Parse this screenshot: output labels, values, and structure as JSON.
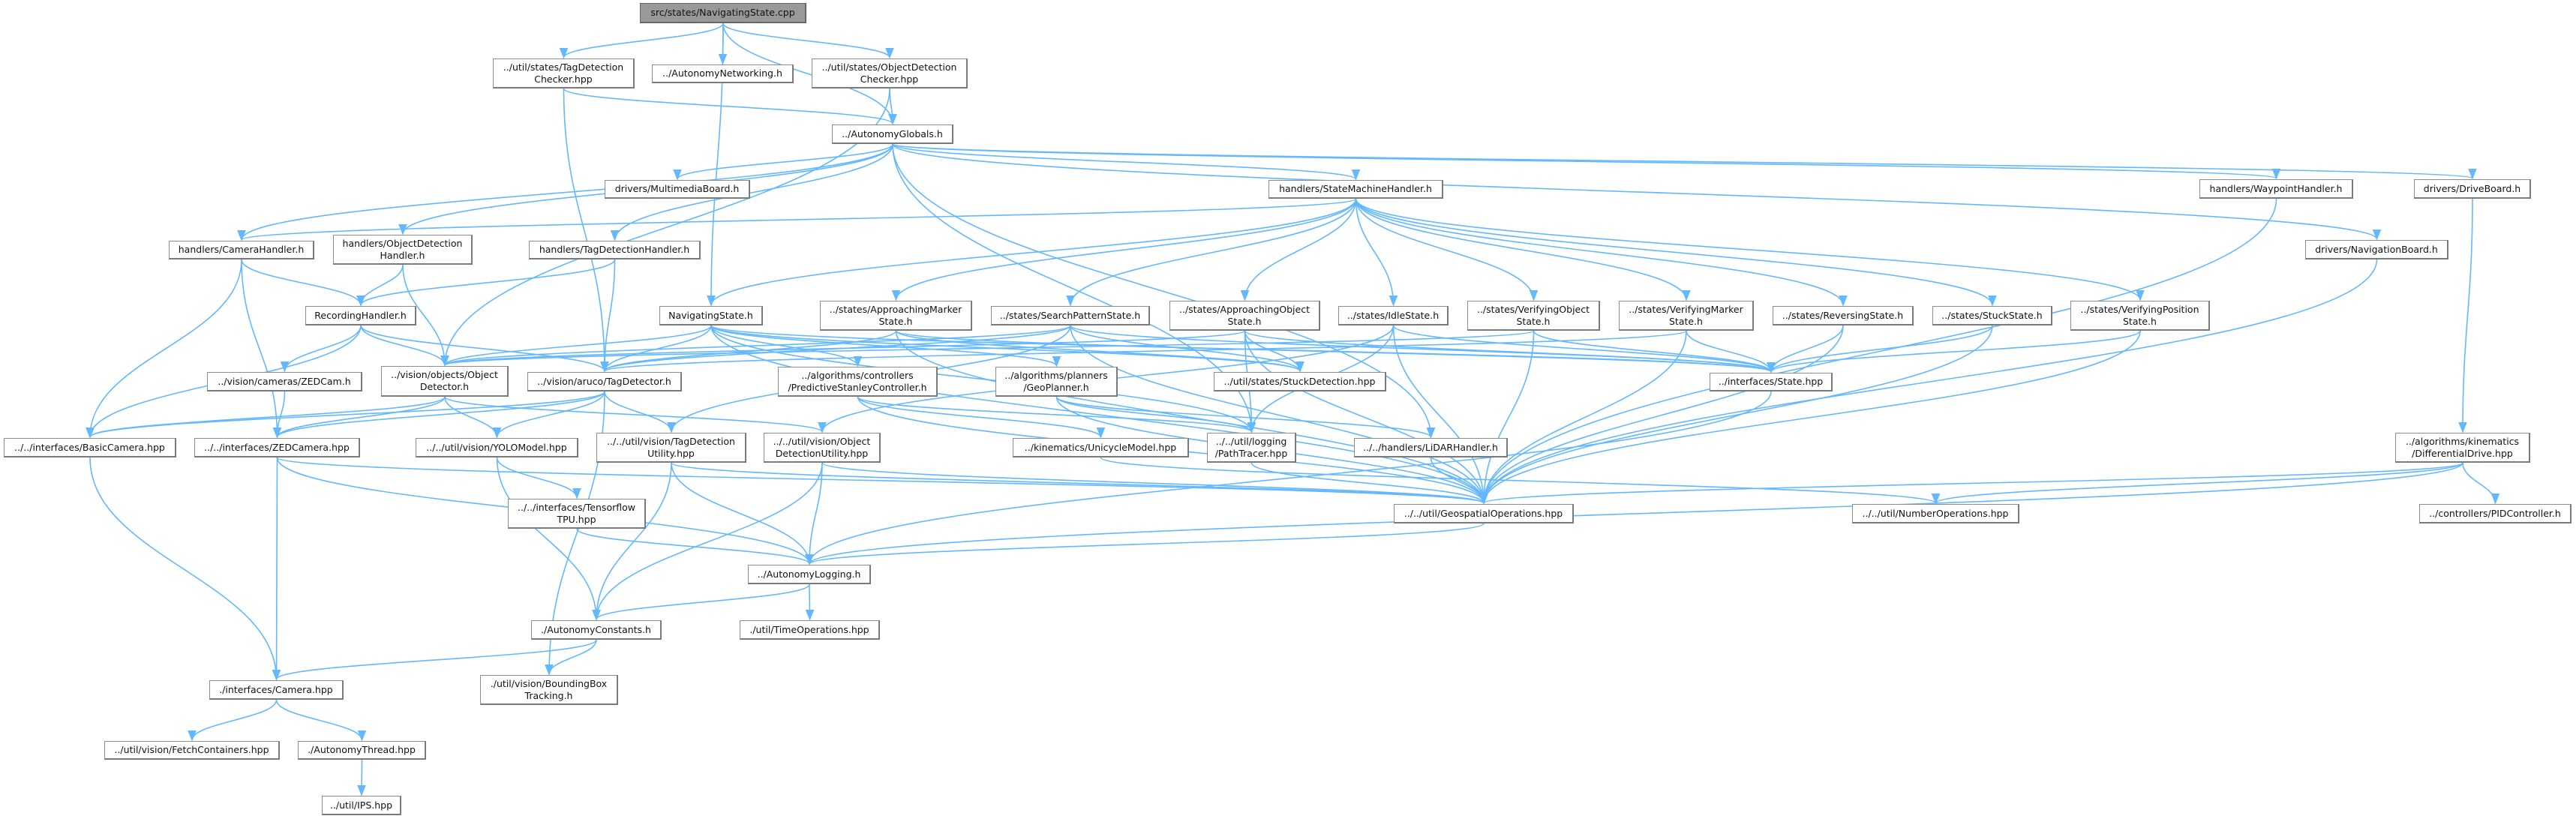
{
  "title": "src/states/NavigatingState.cpp",
  "colors": {
    "edge": "#63b8ff",
    "root_fill": "#999999",
    "node_border": "#8c8c8c"
  },
  "nodes": [
    {
      "id": "root",
      "label": "src/states/NavigatingState.cpp",
      "root": true
    },
    {
      "id": "tdc",
      "label": "../util/states/TagDetection\nChecker.hpp"
    },
    {
      "id": "net",
      "label": "../AutonomyNetworking.h"
    },
    {
      "id": "odc",
      "label": "../util/states/ObjectDetection\nChecker.hpp"
    },
    {
      "id": "glob",
      "label": "../AutonomyGlobals.h"
    },
    {
      "id": "mmb",
      "label": "drivers/MultimediaBoard.h"
    },
    {
      "id": "smh",
      "label": "handlers/StateMachineHandler.h"
    },
    {
      "id": "wph",
      "label": "handlers/WaypointHandler.h"
    },
    {
      "id": "drb",
      "label": "drivers/DriveBoard.h"
    },
    {
      "id": "camh",
      "label": "handlers/CameraHandler.h"
    },
    {
      "id": "odh",
      "label": "handlers/ObjectDetection\nHandler.h"
    },
    {
      "id": "tdh",
      "label": "handlers/TagDetectionHandler.h"
    },
    {
      "id": "navb",
      "label": "drivers/NavigationBoard.h"
    },
    {
      "id": "rec",
      "label": "RecordingHandler.h"
    },
    {
      "id": "nsh",
      "label": "NavigatingState.h"
    },
    {
      "id": "ams",
      "label": "../states/ApproachingMarker\nState.h"
    },
    {
      "id": "sps",
      "label": "../states/SearchPatternState.h"
    },
    {
      "id": "aos",
      "label": "../states/ApproachingObject\nState.h"
    },
    {
      "id": "idle",
      "label": "../states/IdleState.h"
    },
    {
      "id": "vos",
      "label": "../states/VerifyingObject\nState.h"
    },
    {
      "id": "vms",
      "label": "../states/VerifyingMarker\nState.h"
    },
    {
      "id": "rev",
      "label": "../states/ReversingState.h"
    },
    {
      "id": "stk",
      "label": "../states/StuckState.h"
    },
    {
      "id": "vps",
      "label": "../states/VerifyingPosition\nState.h"
    },
    {
      "id": "zedcam",
      "label": "../vision/cameras/ZEDCam.h"
    },
    {
      "id": "objdet",
      "label": "../vision/objects/Object\nDetector.h"
    },
    {
      "id": "tagdet",
      "label": "../vision/aruco/TagDetector.h"
    },
    {
      "id": "psc",
      "label": "../algorithms/controllers\n/PredictiveStanleyController.h"
    },
    {
      "id": "geo",
      "label": "../algorithms/planners\n/GeoPlanner.h"
    },
    {
      "id": "stuckd",
      "label": "../util/states/StuckDetection.hpp"
    },
    {
      "id": "state",
      "label": "../interfaces/State.hpp"
    },
    {
      "id": "basic",
      "label": "../../interfaces/BasicCamera.hpp"
    },
    {
      "id": "zedc",
      "label": "../../interfaces/ZEDCamera.hpp"
    },
    {
      "id": "yolo",
      "label": "../../util/vision/YOLOModel.hpp"
    },
    {
      "id": "tdu",
      "label": "../../util/vision/TagDetection\nUtility.hpp"
    },
    {
      "id": "odu",
      "label": "../../util/vision/Object\nDetectionUtility.hpp"
    },
    {
      "id": "uni",
      "label": "../kinematics/UnicycleModel.hpp"
    },
    {
      "id": "path",
      "label": "../../util/logging\n/PathTracer.hpp"
    },
    {
      "id": "lidar",
      "label": "../../handlers/LiDARHandler.h"
    },
    {
      "id": "diff",
      "label": "../algorithms/kinematics\n/DifferentialDrive.hpp"
    },
    {
      "id": "tpu",
      "label": "../../interfaces/Tensorflow\nTPU.hpp"
    },
    {
      "id": "geos",
      "label": "../../util/GeospatialOperations.hpp"
    },
    {
      "id": "num",
      "label": "../../util/NumberOperations.hpp"
    },
    {
      "id": "pid",
      "label": "../controllers/PIDController.h"
    },
    {
      "id": "log",
      "label": "../AutonomyLogging.h"
    },
    {
      "id": "cons",
      "label": "./AutonomyConstants.h"
    },
    {
      "id": "time",
      "label": "./util/TimeOperations.hpp"
    },
    {
      "id": "cam",
      "label": "./interfaces/Camera.hpp"
    },
    {
      "id": "bbt",
      "label": "./util/vision/BoundingBox\nTracking.h"
    },
    {
      "id": "fetch",
      "label": "../util/vision/FetchContainers.hpp"
    },
    {
      "id": "thr",
      "label": "./AutonomyThread.hpp"
    },
    {
      "id": "ips",
      "label": "../util/IPS.hpp"
    }
  ],
  "edges": [
    [
      "root",
      "tdc"
    ],
    [
      "root",
      "net"
    ],
    [
      "root",
      "odc"
    ],
    [
      "root",
      "glob"
    ],
    [
      "root",
      "nsh"
    ],
    [
      "tdc",
      "glob"
    ],
    [
      "tdc",
      "tagdet"
    ],
    [
      "odc",
      "glob"
    ],
    [
      "odc",
      "objdet"
    ],
    [
      "glob",
      "mmb"
    ],
    [
      "glob",
      "smh"
    ],
    [
      "glob",
      "wph"
    ],
    [
      "glob",
      "drb"
    ],
    [
      "glob",
      "navb"
    ],
    [
      "glob",
      "camh"
    ],
    [
      "glob",
      "odh"
    ],
    [
      "glob",
      "tdh"
    ],
    [
      "glob",
      "lidar"
    ],
    [
      "glob",
      "path"
    ],
    [
      "smh",
      "camh"
    ],
    [
      "smh",
      "nsh"
    ],
    [
      "smh",
      "ams"
    ],
    [
      "smh",
      "sps"
    ],
    [
      "smh",
      "aos"
    ],
    [
      "smh",
      "idle"
    ],
    [
      "smh",
      "vos"
    ],
    [
      "smh",
      "vms"
    ],
    [
      "smh",
      "rev"
    ],
    [
      "smh",
      "stk"
    ],
    [
      "smh",
      "vps"
    ],
    [
      "wph",
      "geos"
    ],
    [
      "drb",
      "diff"
    ],
    [
      "navb",
      "geos"
    ],
    [
      "camh",
      "rec"
    ],
    [
      "camh",
      "basic"
    ],
    [
      "camh",
      "zedc"
    ],
    [
      "odh",
      "rec"
    ],
    [
      "odh",
      "objdet"
    ],
    [
      "tdh",
      "rec"
    ],
    [
      "tdh",
      "tagdet"
    ],
    [
      "rec",
      "zedcam"
    ],
    [
      "rec",
      "objdet"
    ],
    [
      "rec",
      "tagdet"
    ],
    [
      "rec",
      "basic"
    ],
    [
      "nsh",
      "objdet"
    ],
    [
      "nsh",
      "tagdet"
    ],
    [
      "nsh",
      "psc"
    ],
    [
      "nsh",
      "geo"
    ],
    [
      "nsh",
      "stuckd"
    ],
    [
      "nsh",
      "state"
    ],
    [
      "nsh",
      "geos"
    ],
    [
      "nsh",
      "path"
    ],
    [
      "ams",
      "tagdet"
    ],
    [
      "ams",
      "state"
    ],
    [
      "ams",
      "geos"
    ],
    [
      "ams",
      "stuckd"
    ],
    [
      "sps",
      "objdet"
    ],
    [
      "sps",
      "tagdet"
    ],
    [
      "sps",
      "state"
    ],
    [
      "sps",
      "geos"
    ],
    [
      "sps",
      "stuckd"
    ],
    [
      "sps",
      "tdu"
    ],
    [
      "aos",
      "objdet"
    ],
    [
      "aos",
      "state"
    ],
    [
      "aos",
      "geos"
    ],
    [
      "aos",
      "stuckd"
    ],
    [
      "aos",
      "path"
    ],
    [
      "idle",
      "state"
    ],
    [
      "idle",
      "geos"
    ],
    [
      "idle",
      "path"
    ],
    [
      "idle",
      "odu"
    ],
    [
      "vos",
      "objdet"
    ],
    [
      "vos",
      "state"
    ],
    [
      "vos",
      "geos"
    ],
    [
      "vms",
      "tagdet"
    ],
    [
      "vms",
      "state"
    ],
    [
      "vms",
      "geos"
    ],
    [
      "rev",
      "state"
    ],
    [
      "rev",
      "geos"
    ],
    [
      "stk",
      "state"
    ],
    [
      "stk",
      "geos"
    ],
    [
      "vps",
      "state"
    ],
    [
      "vps",
      "geos"
    ],
    [
      "zedcam",
      "zedc"
    ],
    [
      "objdet",
      "basic"
    ],
    [
      "objdet",
      "zedc"
    ],
    [
      "objdet",
      "yolo"
    ],
    [
      "objdet",
      "odu"
    ],
    [
      "tagdet",
      "basic"
    ],
    [
      "tagdet",
      "zedc"
    ],
    [
      "tagdet",
      "yolo"
    ],
    [
      "tagdet",
      "tdu"
    ],
    [
      "tagdet",
      "bbt"
    ],
    [
      "psc",
      "uni"
    ],
    [
      "psc",
      "path"
    ],
    [
      "psc",
      "geos"
    ],
    [
      "geo",
      "path"
    ],
    [
      "geo",
      "lidar"
    ],
    [
      "geo",
      "geos"
    ],
    [
      "basic",
      "cam"
    ],
    [
      "zedc",
      "cam"
    ],
    [
      "zedc",
      "log"
    ],
    [
      "zedc",
      "geos"
    ],
    [
      "yolo",
      "tpu"
    ],
    [
      "yolo",
      "cons"
    ],
    [
      "tdu",
      "cons"
    ],
    [
      "tdu",
      "log"
    ],
    [
      "tdu",
      "geos"
    ],
    [
      "odu",
      "cons"
    ],
    [
      "odu",
      "log"
    ],
    [
      "odu",
      "geos"
    ],
    [
      "uni",
      "num"
    ],
    [
      "path",
      "geos"
    ],
    [
      "lidar",
      "geos"
    ],
    [
      "tpu",
      "log"
    ],
    [
      "geos",
      "log"
    ],
    [
      "diff",
      "num"
    ],
    [
      "diff",
      "pid"
    ],
    [
      "diff",
      "log"
    ],
    [
      "diff",
      "geos"
    ],
    [
      "state",
      "log"
    ],
    [
      "log",
      "cons"
    ],
    [
      "log",
      "time"
    ],
    [
      "cons",
      "cam"
    ],
    [
      "cons",
      "bbt"
    ],
    [
      "cam",
      "fetch"
    ],
    [
      "cam",
      "thr"
    ],
    [
      "thr",
      "ips"
    ]
  ]
}
